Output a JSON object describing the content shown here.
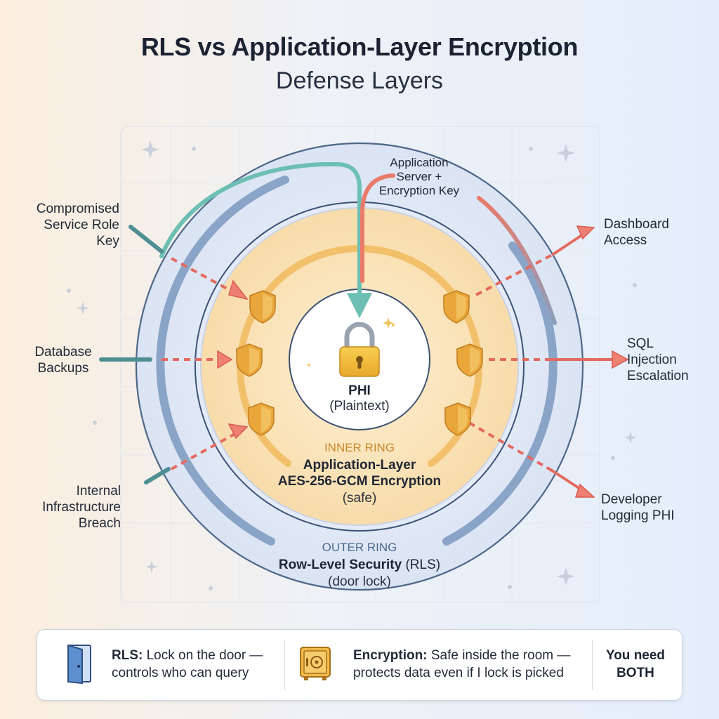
{
  "title": "RLS vs Application-Layer Encryption",
  "subtitle": "Defense Layers",
  "core": {
    "label": "PHI",
    "sublabel": "(Plaintext)"
  },
  "inner_ring": {
    "tag": "INNER RING",
    "name_line1": "Application-Layer",
    "name_line2": "AES-256-GCM Encryption",
    "note": "(safe)"
  },
  "outer_ring": {
    "tag": "OUTER RING",
    "name_bold": "Row-Level Security",
    "name_suffix": " (RLS)",
    "note": "(door lock)"
  },
  "threats_left": [
    {
      "lines": [
        "Compromised",
        "Service Role",
        "Key"
      ],
      "blocked_at": "inner"
    },
    {
      "lines": [
        "Database",
        "Backups"
      ],
      "blocked_at": "inner"
    },
    {
      "lines": [
        "Internal",
        "Infrastructure",
        "Breach"
      ],
      "blocked_at": "inner"
    }
  ],
  "threats_right": [
    {
      "lines": [
        "Dashboard",
        "Access"
      ]
    },
    {
      "lines": [
        "SQL",
        "Injection",
        "Escalation"
      ]
    },
    {
      "lines": [
        "Developer",
        "Logging PHI"
      ]
    }
  ],
  "app_server": {
    "lines": [
      "Application",
      "Server +",
      "Encryption Key"
    ]
  },
  "legend": {
    "rls_bold": "RLS:",
    "rls_text_line1": " Lock on the door —",
    "rls_text_line2": "controls who can query",
    "enc_bold": "Encryption:",
    "enc_text_line1": " Safe inside the room —",
    "enc_text_line2": "protects data even if I lock is picked",
    "need_line1": "You need",
    "need_line2": "BOTH"
  },
  "colors": {
    "outer_ring_fill": "#dfe7f6",
    "outer_ring_stroke": "#4e6788",
    "inner_ring_fill": "#fbe3b5",
    "inner_ring_stroke": "#3d5275",
    "inner_tag": "#c8892c",
    "outer_tag": "#4d6a93",
    "teal_path": "#6dbfb4",
    "coral_path": "#ea7a6a",
    "threat_arrow": "#e46a60",
    "shield": "#e9a63a",
    "padlock": "#f2bd35"
  },
  "icons": [
    "shield-icon",
    "padlock-icon",
    "door-icon",
    "safe-icon",
    "sparkle-icon"
  ]
}
